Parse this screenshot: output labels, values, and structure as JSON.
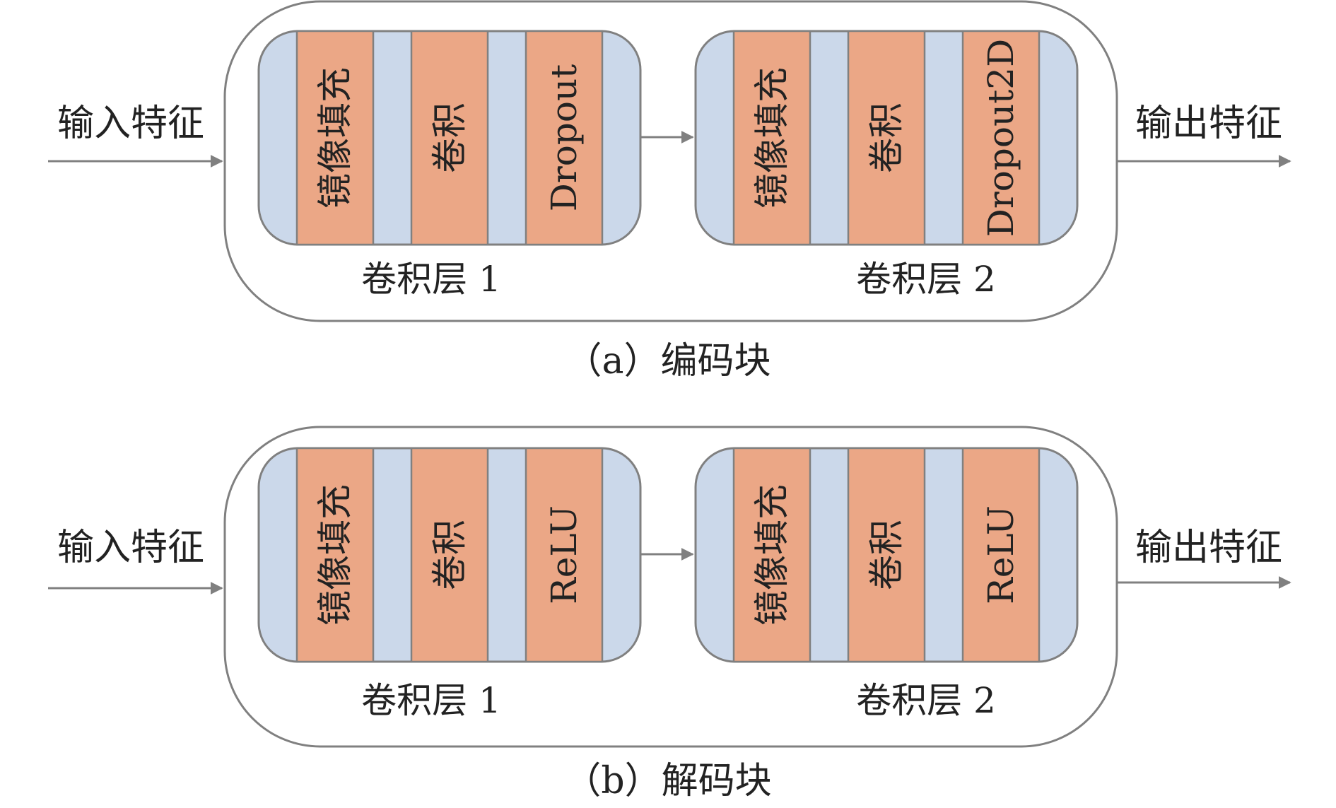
{
  "colors": {
    "outline": "#808080",
    "band_blue": "#cbd8ea",
    "block_orange": "#eba786",
    "arrow": "#808080",
    "text": "#222222"
  },
  "panels": [
    {
      "caption": "（a）编码块",
      "input_label": "输入特征",
      "output_label": "输出特征",
      "layers": [
        {
          "label": "卷积层 1",
          "blocks": [
            "镜像填充",
            "卷积",
            "Dropout"
          ]
        },
        {
          "label": "卷积层 2",
          "blocks": [
            "镜像填充",
            "卷积",
            "Dropout2D"
          ]
        }
      ]
    },
    {
      "caption": "（b）解码块",
      "input_label": "输入特征",
      "output_label": "输出特征",
      "layers": [
        {
          "label": "卷积层 1",
          "blocks": [
            "镜像填充",
            "卷积",
            "ReLU"
          ]
        },
        {
          "label": "卷积层 2",
          "blocks": [
            "镜像填充",
            "卷积",
            "ReLU"
          ]
        }
      ]
    }
  ]
}
